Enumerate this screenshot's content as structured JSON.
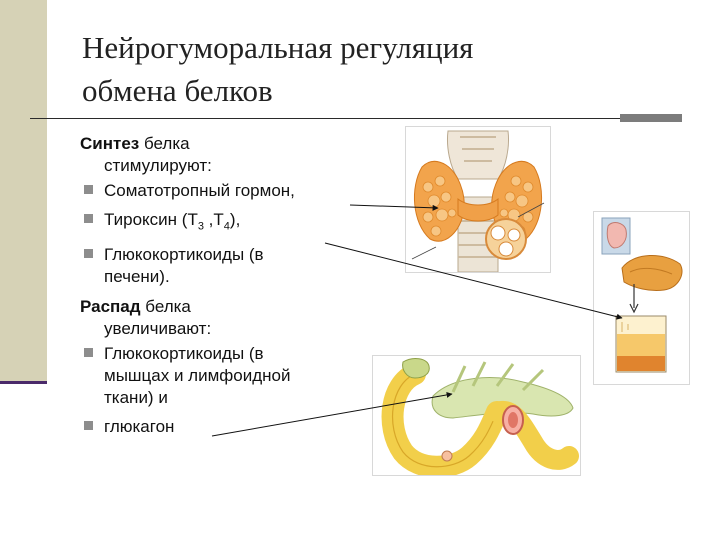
{
  "slide": {
    "title_line1": "Нейрогуморальная регуляция",
    "title_line2": "обмена белков"
  },
  "synthesis": {
    "heading": "Синтез",
    "rest": " белка",
    "cont": "стимулируют:",
    "items": [
      {
        "text": "Соматотропный гормон,"
      },
      {
        "text": "Тироксин (Т",
        "sub1": "3",
        "mid": " ,Т",
        "sub2": "4",
        "end": "),"
      },
      {
        "line1": "Глюкокортикоиды (в",
        "line2": "печени)."
      }
    ]
  },
  "breakdown": {
    "heading": "Распад",
    "rest": " белка",
    "cont": "увеличивают:",
    "items": [
      {
        "line1": "Глюкокортикоиды (в",
        "line2": "мышцах и лимфоидной",
        "line3": "ткани) и"
      },
      {
        "text": "глюкагон"
      }
    ]
  },
  "colors": {
    "accent_bar": "#d6d2b6",
    "bullet": "#8d8d8d"
  },
  "icons": [
    "thyroid-illustration",
    "liver-pituitary-illustration",
    "pancreas-illustration"
  ]
}
